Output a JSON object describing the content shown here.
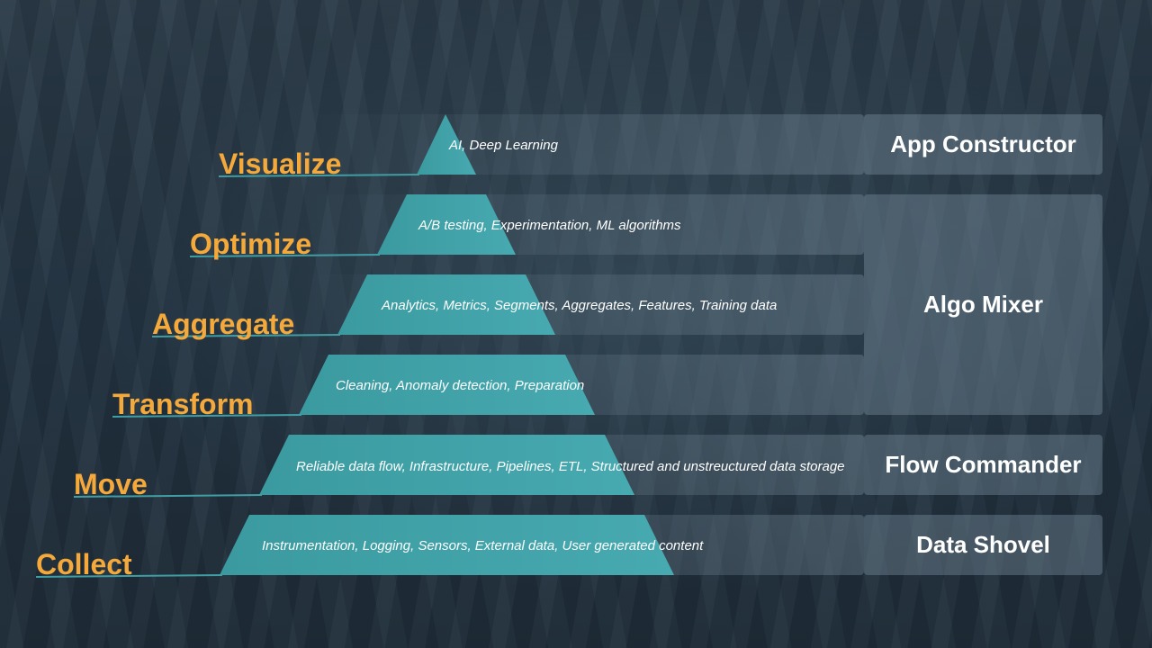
{
  "levels": [
    {
      "label": "Visualize",
      "description": "AI, Deep Learning"
    },
    {
      "label": "Optimize",
      "description": "A/B testing, Experimentation, ML algorithms"
    },
    {
      "label": "Aggregate",
      "description": "Analytics, Metrics, Segments, Aggregates, Features, Training data"
    },
    {
      "label": "Transform",
      "description": "Cleaning, Anomaly detection, Preparation"
    },
    {
      "label": "Move",
      "description": "Reliable data flow, Infrastructure, Pipelines, ETL, Structured and unstreuctured data storage"
    },
    {
      "label": "Collect",
      "description": "Instrumentation, Logging, Sensors, External data, User generated content"
    }
  ],
  "roles": [
    {
      "label": "App Constructor"
    },
    {
      "label": "Algo Mixer"
    },
    {
      "label": "Flow Commander"
    },
    {
      "label": "Data Shovel"
    }
  ],
  "colors": {
    "pyramid": "#3f9ea4",
    "level_label": "#f4a93a",
    "background": "#243340"
  }
}
